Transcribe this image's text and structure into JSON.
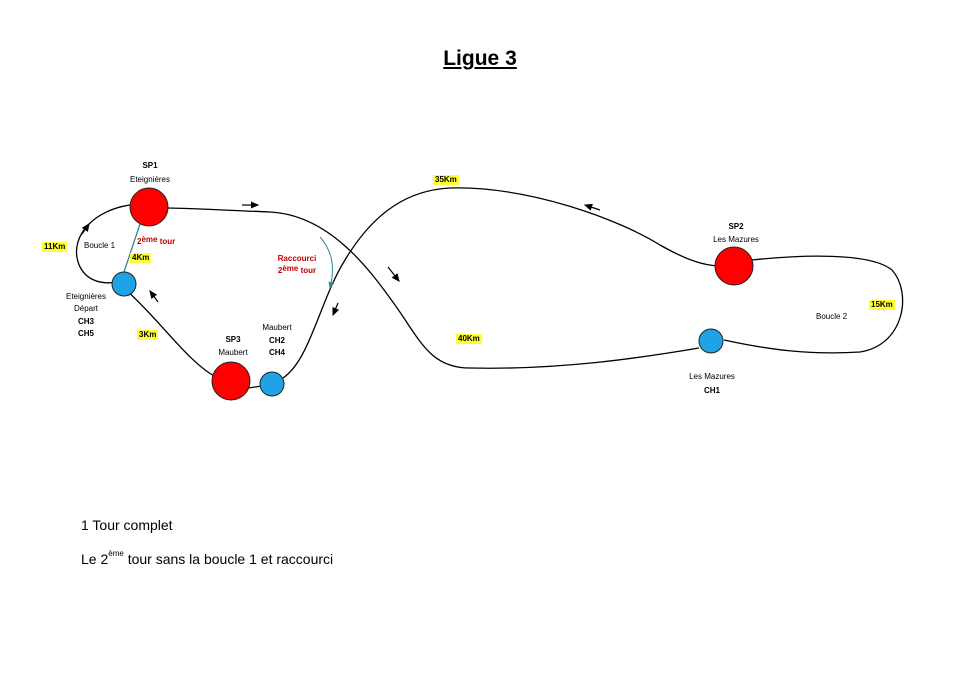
{
  "title": "Ligue 3",
  "stations": {
    "sp1": {
      "code": "SP1",
      "name": "Eteignières"
    },
    "sp2": {
      "code": "SP2",
      "name": "Les Mazures"
    },
    "sp3": {
      "code": "SP3",
      "name": "Maubert"
    },
    "depart": {
      "name": "Eteignières",
      "role": "Départ",
      "ch_a": "CH3",
      "ch_b": "CH5"
    },
    "maubert_ch": {
      "name": "Maubert",
      "ch_a": "CH2",
      "ch_b": "CH4"
    },
    "mazures_ch": {
      "name": "Les Mazures",
      "ch": "CH1"
    }
  },
  "distances": {
    "d11": "11Km",
    "d4": "4Km",
    "d3": "3Km",
    "d35": "35Km",
    "d40": "40Km",
    "d15": "15Km"
  },
  "loops": {
    "boucle1": "Boucle 1",
    "boucle2": "Boucle 2"
  },
  "second_tour": {
    "prefix": "2",
    "sup": "ème",
    "word": "tour"
  },
  "raccourci": {
    "label": "Raccourci",
    "prefix": "2",
    "sup": "ème",
    "word": "tour"
  },
  "notes": {
    "line1": "1 Tour complet",
    "line2_prefix": "Le 2",
    "line2_sup": "ème",
    "line2_rest": " tour sans la boucle 1 et raccourci"
  },
  "colors": {
    "sp_fill": "#ff0000",
    "ch_fill": "#1fa2e6",
    "shortcut_line": "#31859c",
    "red_text": "#c00000",
    "highlight": "#ffff33"
  }
}
